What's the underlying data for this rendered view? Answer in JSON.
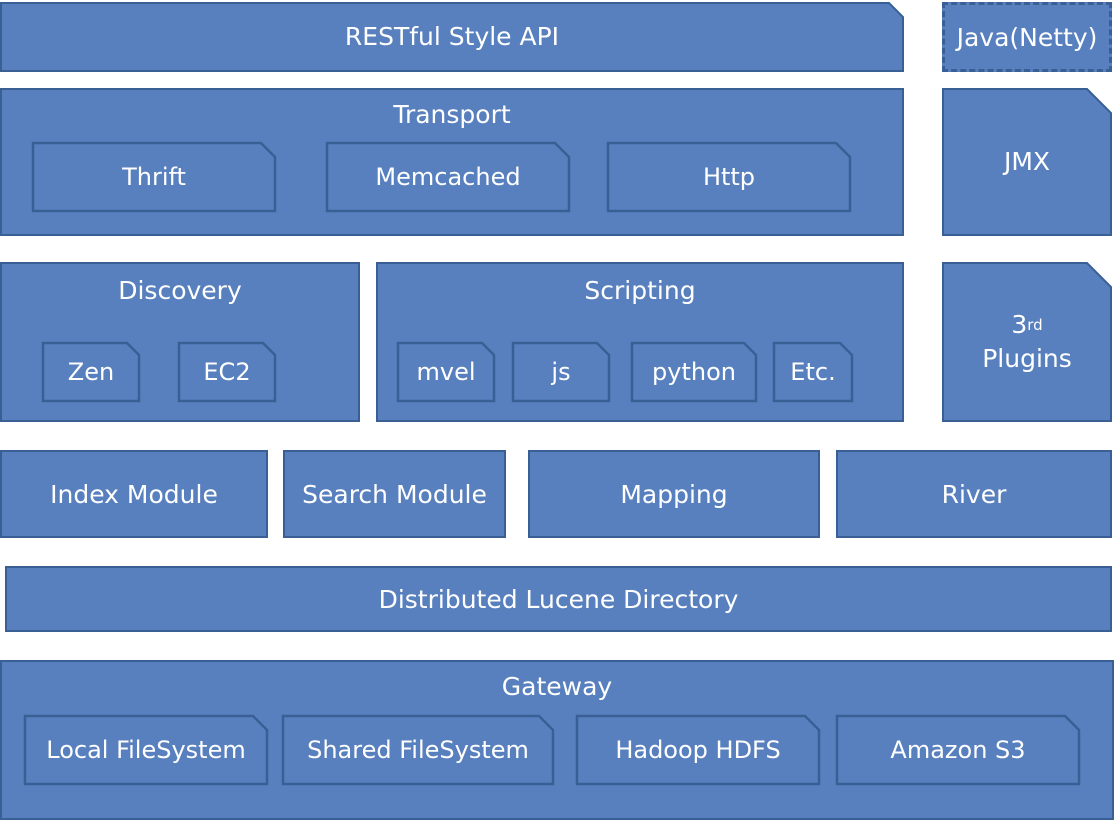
{
  "api": "RESTful Style API",
  "java": "Java(Netty)",
  "transport": {
    "title": "Transport",
    "items": [
      "Thrift",
      "Memcached",
      "Http"
    ]
  },
  "jmx": "JMX",
  "discovery": {
    "title": "Discovery",
    "items": [
      "Zen",
      "EC2"
    ]
  },
  "scripting": {
    "title": "Scripting",
    "items": [
      "mvel",
      "js",
      "python",
      "Etc."
    ]
  },
  "plugins": {
    "line1": "3",
    "sup": "rd",
    "line2": "Plugins"
  },
  "modules": [
    "Index Module",
    "Search Module",
    "Mapping",
    "River"
  ],
  "lucene": "Distributed Lucene Directory",
  "gateway": {
    "title": "Gateway",
    "items": [
      "Local FileSystem",
      "Shared FileSystem",
      "Hadoop HDFS",
      "Amazon S3"
    ]
  },
  "colors": {
    "fill": "#5880be",
    "border": "#3a5f95"
  }
}
